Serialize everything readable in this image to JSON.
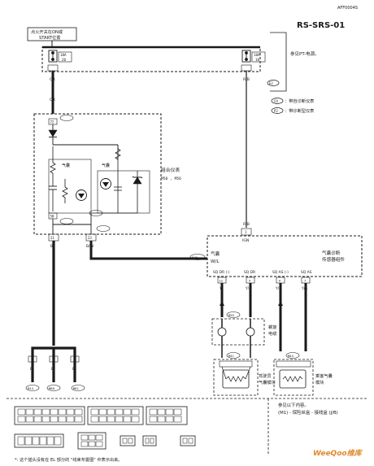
{
  "header": {
    "doc_code": "AFF0004S",
    "diagram_id": "RS-SRS-01"
  },
  "top": {
    "switch_label_line1": "点火开关在ON或",
    "switch_label_line2": "START位置",
    "fuse_left_amp": "10A",
    "fuse_left_num": "20",
    "fuse_right_amp": "10A",
    "fuse_right_num": "10",
    "ref_note": "参见PT-电源。",
    "right_connector_tag": "E2"
  },
  "legend": {
    "item1_code": "CO",
    "item1_text": "：带自诊断仪表",
    "item2_code": "P2",
    "item2_text": "：带诊断型仪表"
  },
  "wires": {
    "left_top": "OR",
    "left_mid": "OR",
    "right_top": "R/B",
    "right_low": "R/B",
    "lower_left": "B",
    "lower_mid": "B/W",
    "module_left": "Y",
    "module_left2": "Y/R",
    "module_right": "Y/G",
    "module_right2": "Y/R"
  },
  "cluster": {
    "label": "组合仪表",
    "connectors": "M50 , M56",
    "airbag_small": "气囊",
    "airbag_small2": "气囊",
    "pin_top": "72",
    "pin_mid": "50",
    "pin_bot_left": "21",
    "pin_bot_right": "23"
  },
  "module": {
    "name_line1": "气囊诊断",
    "name_line2": "传感器组件",
    "side_label": "气囊",
    "side_label2": "W/L",
    "ign_label": "IGN",
    "pin_ign": "1",
    "term1": "SQ DR (-)",
    "term2": "SQ DR",
    "term3": "SQ AS (-)",
    "term4": "SQ AS",
    "conn_pin1": "12",
    "conn_pin2": "9",
    "conn_pin3": "6",
    "conn_pin4": "7"
  },
  "spiral": {
    "label1": "螺旋",
    "label2": "电缆",
    "conn": "M35"
  },
  "driver_airbag": {
    "label1": "驾驶员",
    "label2": "气囊模块",
    "conn": "M41"
  },
  "passenger_airbag": {
    "label1": "乘客气囊",
    "label2": "模块",
    "conn": "M44"
  },
  "grounds": {
    "g1": "M14",
    "g2": "M60",
    "g3": "M61"
  },
  "ref_box": {
    "line1": "参见以下内容。",
    "line2": "(M1) - 保险丝盒 - 接线盒 (J/B)"
  },
  "footnote": "*: 这个插头没有在 EL 部分的 \"线束布置图\" 中表示出来。",
  "watermark": "WeeQoo维库",
  "colors": {
    "line": "#1a1a1a",
    "watermark_orange": "#e08a2a",
    "watermark_gray": "#8a8a8a"
  }
}
